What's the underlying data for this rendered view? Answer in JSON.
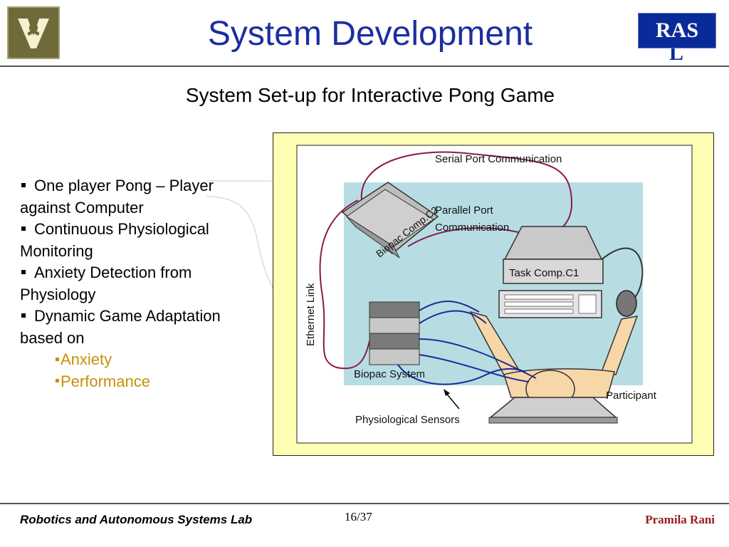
{
  "header": {
    "title": "System Development",
    "badge_label": "RAS",
    "badge_tail": "L"
  },
  "subtitle": "System Set-up for Interactive Pong Game",
  "bullets": [
    {
      "line1": "One player Pong – Player",
      "line2": "against Computer"
    },
    {
      "line1": "Continuous Physiological",
      "line2": "Monitoring"
    },
    {
      "line1": "Anxiety Detection from",
      "line2": "Physiology"
    },
    {
      "line1": "Dynamic Game Adaptation",
      "line2": "based on"
    }
  ],
  "sub_bullets": [
    "Anxiety",
    "Performance"
  ],
  "diagram": {
    "labels": {
      "serial": "Serial Port Communication",
      "parallel_1": "Parallel Port",
      "parallel_2": "Communication",
      "biopac_comp": "Biopac Comp.C2",
      "task_comp": "Task Comp.C1",
      "ethernet": "Ethernet Link",
      "biopac_system": "Biopac System",
      "participant": "Participant",
      "sensors": "Physiological Sensors"
    }
  },
  "footer": {
    "lab": "Robotics and Autonomous Systems Lab",
    "page": "16/37",
    "author": "Pramila Rani"
  },
  "colors": {
    "title_blue": "#1b2fa0",
    "badge_blue": "#0b2a9a",
    "accent_gold": "#c8900a",
    "author_red": "#9b1b1b",
    "diagram_frame": "#ffffb3",
    "diagram_panel": "#b7dde3",
    "wire_red": "#8b1a4a",
    "wire_blue": "#1a2a9a"
  }
}
